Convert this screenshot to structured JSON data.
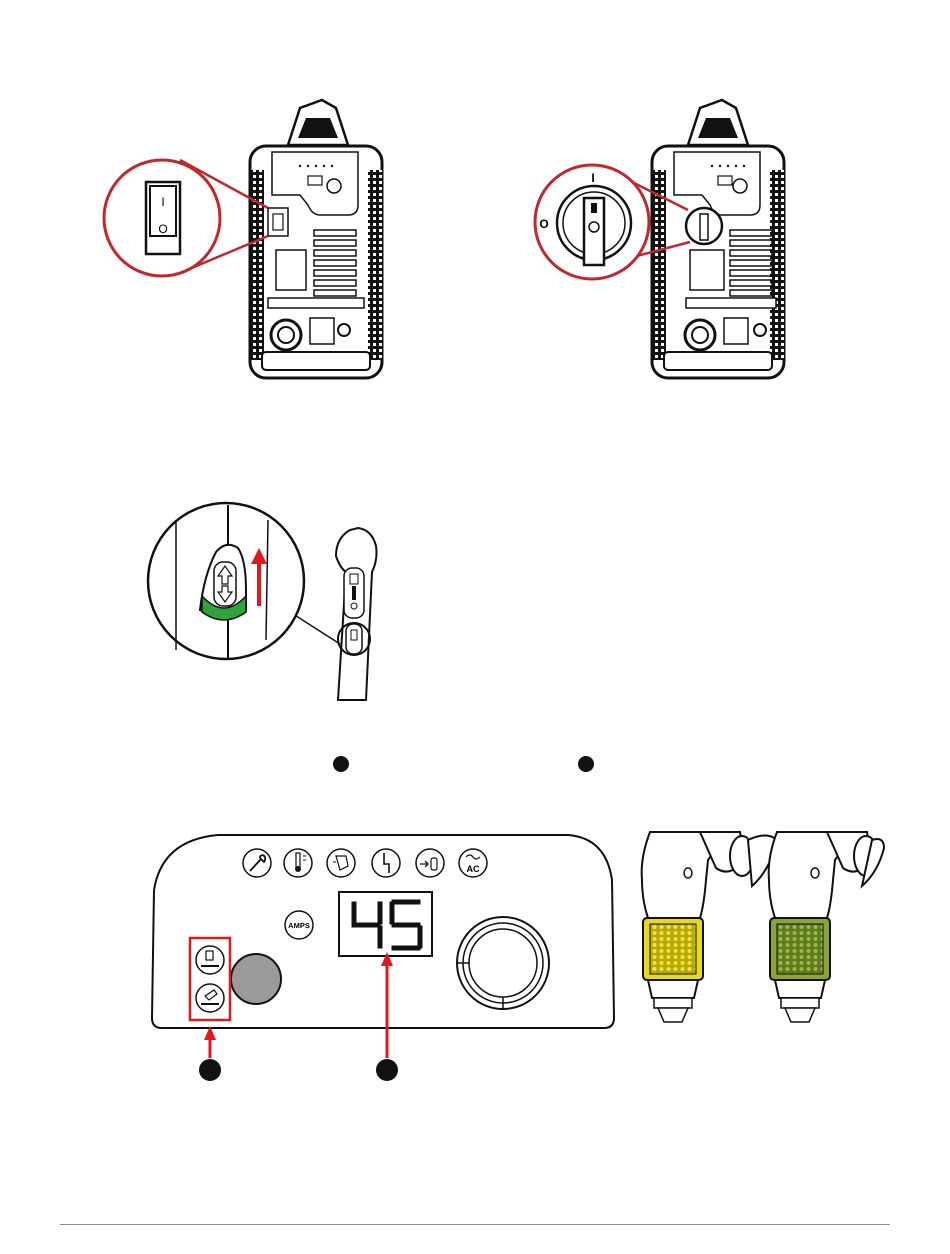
{
  "power_switch_small": {
    "on_mark": "I",
    "off_mark": "O"
  },
  "power_switch_rotary": {
    "on_mark": "I",
    "off_mark": "O"
  },
  "control_panel": {
    "display_value": "45",
    "amps_button_label": "AMPS",
    "ac_icon_label": "AC",
    "top_icons": [
      "wrench-icon",
      "thermometer-icon",
      "torch-flow-icon",
      "lightning-icon",
      "gas-purge-icon",
      "ac-power-icon"
    ],
    "mode_icons": [
      "cut-mode-icon",
      "gouge-mode-icon"
    ]
  },
  "colors": {
    "callout_red": "#c0282d",
    "arrow_red": "#e0191f",
    "trigger_green": "#2ea43c",
    "cartridge_yellow": "#e8d81c",
    "cartridge_green": "#8aa537",
    "knob_gray": "#9a9a9a"
  }
}
